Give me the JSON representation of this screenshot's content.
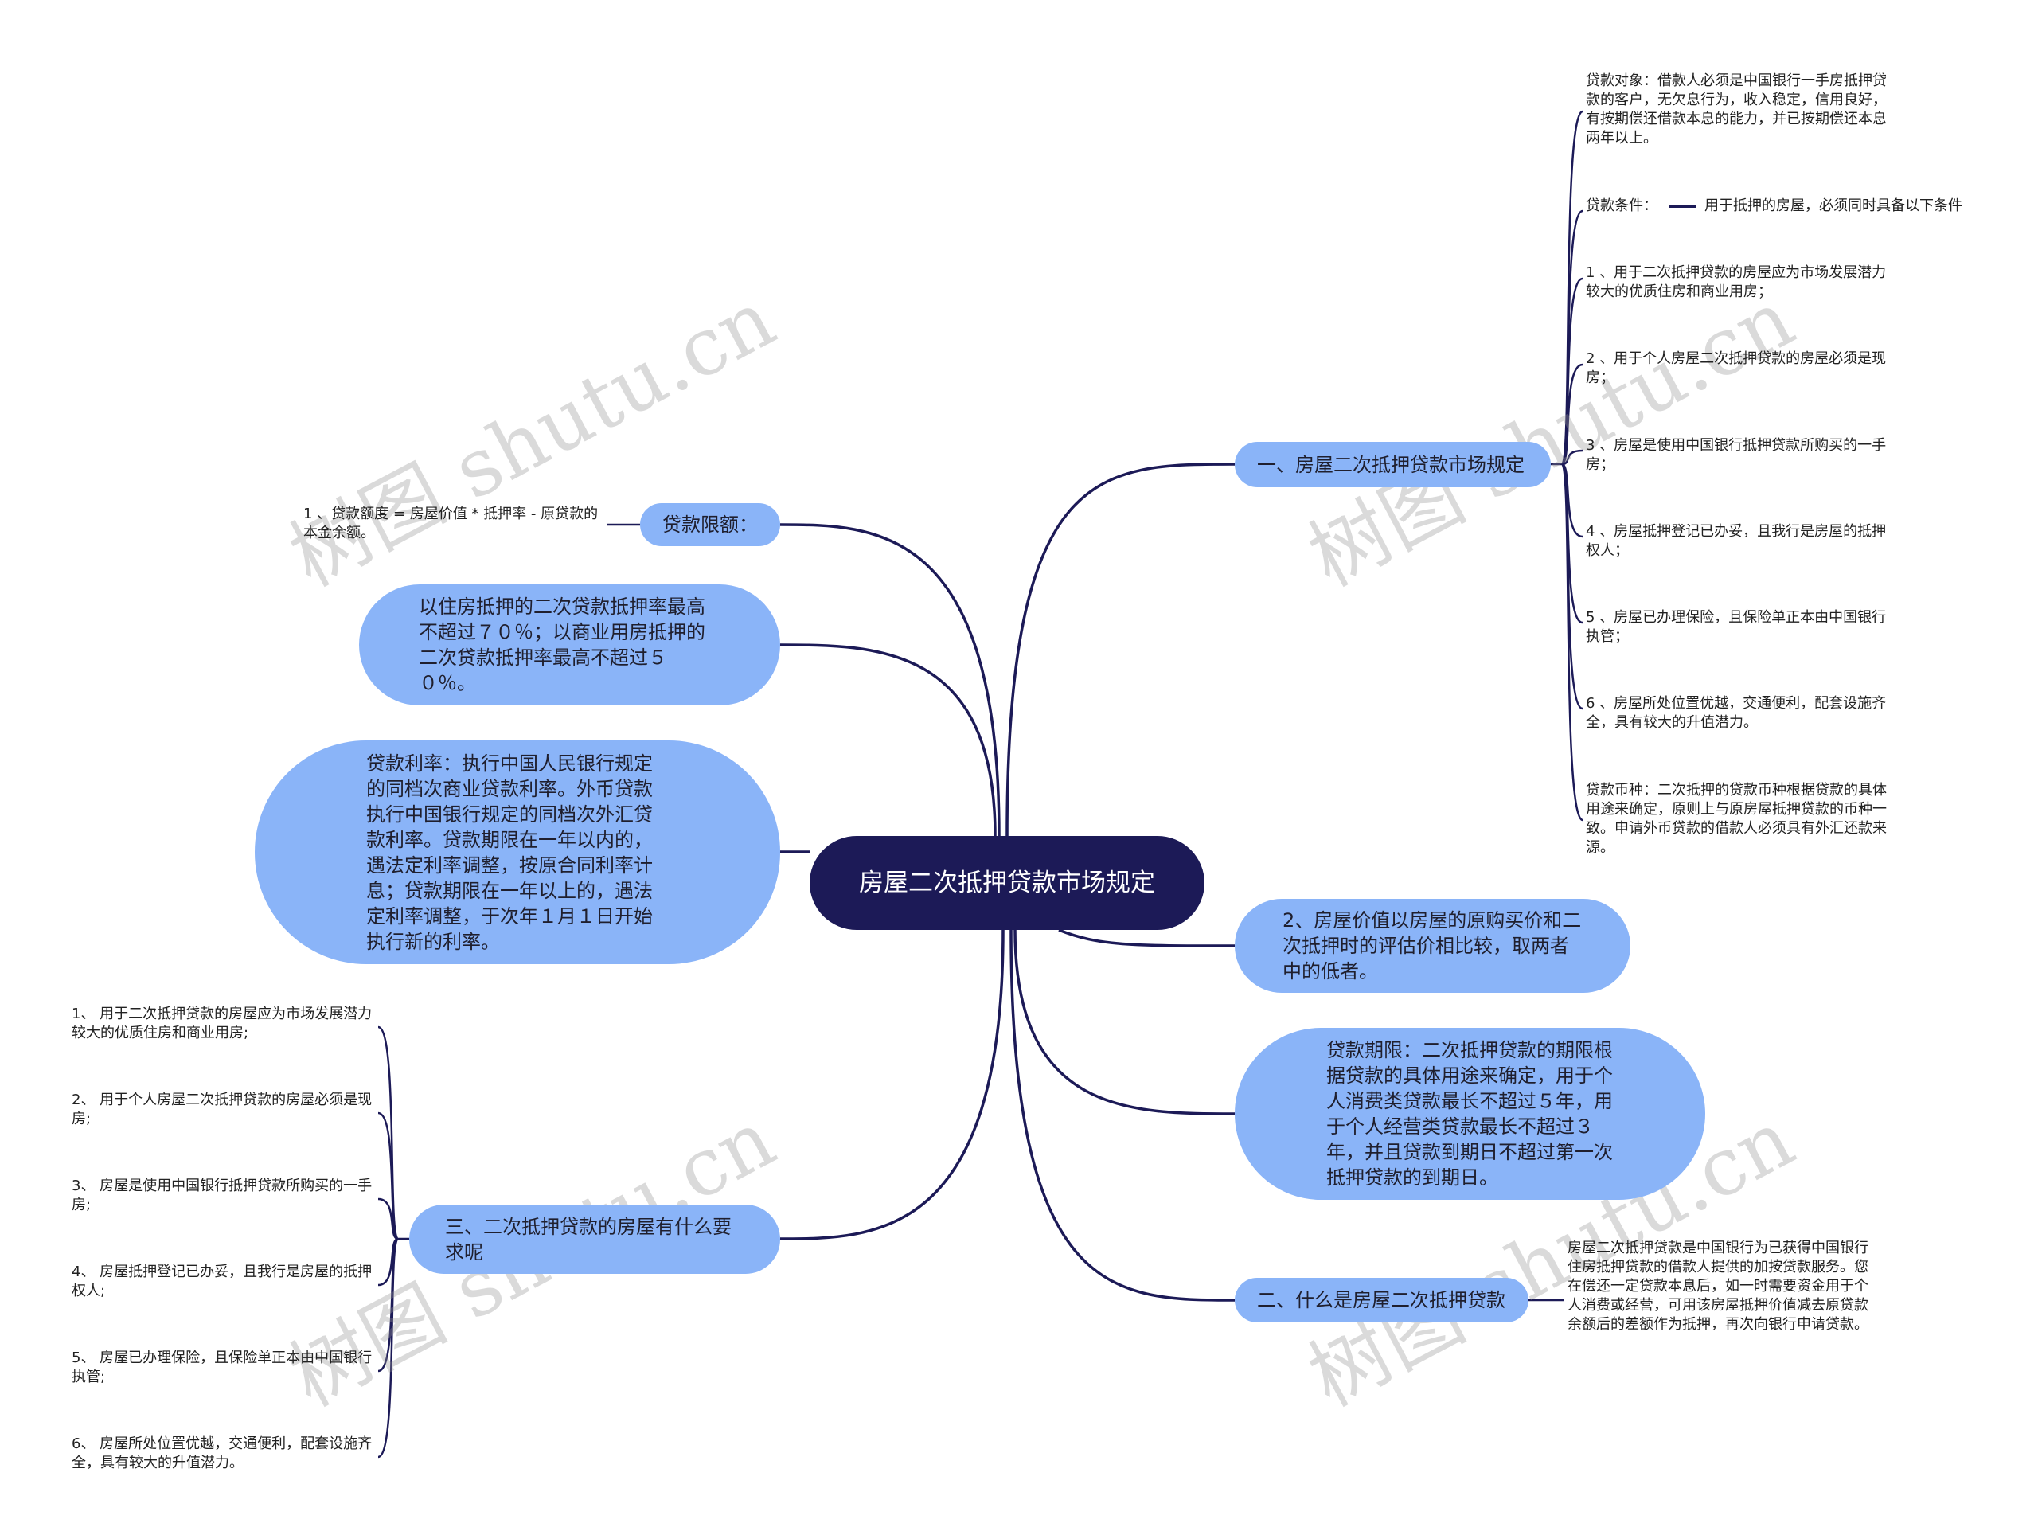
{
  "root": "房屋二次抵押贷款市场规定",
  "right": {
    "market_rules": {
      "label": "一、房屋二次抵押贷款市场规定",
      "leaves": [
        "贷款对象：借款人必须是中国银行一手房抵押贷款的客户，无欠息行为，收入稳定，信用良好，有按期偿还借款本息的能力，并已按期偿还本息两年以上。",
        "贷款条件：",
        "1 、用于二次抵押贷款的房屋应为市场发展潜力较大的优质住房和商业用房；",
        "2 、用于个人房屋二次抵押贷款的房屋必须是现房；",
        "3 、房屋是使用中国银行抵押贷款所购买的一手房；",
        "4 、房屋抵押登记已办妥，且我行是房屋的抵押权人；",
        "5 、房屋已办理保险，且保险单正本由中国银行执管；",
        "6 、房屋所处位置优越，交通便利，配套设施齐全，具有较大的升值潜力。",
        "贷款币种：二次抵押的贷款币种根据贷款的具体用途来确定，原则上与原房屋抵押贷款的币种一致。申请外币贷款的借款人必须具有外汇还款来源。"
      ],
      "condition_detail": "用于抵押的房屋，必须同时具备以下条件"
    },
    "value_rule": "2、房屋价值以房屋的原购买价和二次抵押时的评估价相比较，取两者中的低者。",
    "term": "贷款期限：二次抵押贷款的期限根据贷款的具体用途来确定，用于个人消费类贷款最长不超过５年，用于个人经营类贷款最长不超过３年，并且贷款到期日不超过第一次抵押贷款的到期日。",
    "what_is": {
      "label": "二、什么是房屋二次抵押贷款",
      "detail": "房屋二次抵押贷款是中国银行为已获得中国银行住房抵押贷款的借款人提供的加按贷款服务。您在偿还一定贷款本息后，如一时需要资金用于个人消费或经营，可用该房屋抵押价值减去原贷款余额后的差额作为抵押，再次向银行申请贷款。"
    }
  },
  "left": {
    "limit": {
      "label": "贷款限额：",
      "detail": "1 、贷款额度 = 房屋价值 * 抵押率 - 原贷款的本金余额。"
    },
    "rate_cap": "以住房抵押的二次贷款抵押率最高不超过７０％；以商业用房抵押的二次贷款抵押率最高不超过５０％。",
    "interest": "贷款利率：执行中国人民银行规定的同档次商业贷款利率。外币贷款执行中国银行规定的同档次外汇贷款利率。贷款期限在一年以内的，遇法定利率调整，按原合同利率计息；贷款期限在一年以上的，遇法定利率调整，于次年１月１日开始执行新的利率。",
    "requirements": {
      "label": "三、二次抵押贷款的房屋有什么要求呢",
      "leaves": [
        "1、 用于二次抵押贷款的房屋应为市场发展潜力较大的优质住房和商业用房;",
        "2、 用于个人房屋二次抵押贷款的房屋必须是现房;",
        "3、 房屋是使用中国银行抵押贷款所购买的一手房;",
        "4、 房屋抵押登记已办妥，且我行是房屋的抵押权人;",
        "5、 房屋已办理保险，且保险单正本由中国银行执管;",
        "6、 房屋所处位置优越，交通便利，配套设施齐全，具有较大的升值潜力。"
      ]
    }
  },
  "watermark": "树图 shutu.cn",
  "colors": {
    "root": "#1c1a57",
    "node": "#8ab4f8",
    "edge": "#1c1a57"
  }
}
